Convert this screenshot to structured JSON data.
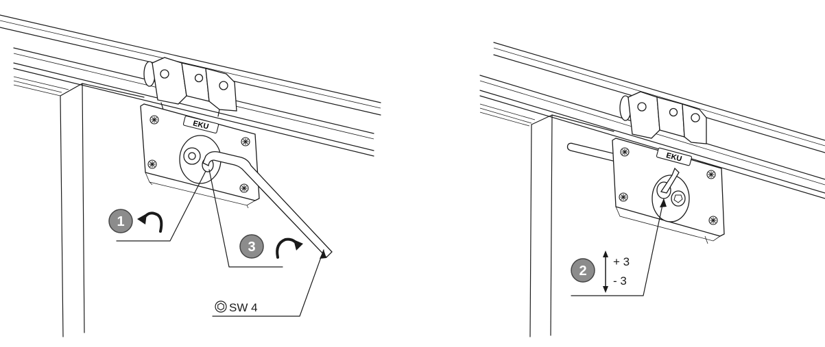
{
  "figure": {
    "brand_text": "EKU",
    "left_panel": {
      "steps": [
        {
          "number": "1",
          "rotation": "counterclockwise"
        },
        {
          "number": "3",
          "rotation": "clockwise"
        }
      ],
      "tool_symbol": "hexagon-socket-icon",
      "tool_label": "SW 4"
    },
    "right_panel": {
      "steps": [
        {
          "number": "2"
        }
      ],
      "adjust_plus": "+ 3",
      "adjust_minus": "- 3"
    }
  },
  "colors": {
    "line": "#1a1a1a",
    "badge_fill": "#8c8c8c",
    "badge_text": "#ffffff",
    "background": "#ffffff"
  }
}
